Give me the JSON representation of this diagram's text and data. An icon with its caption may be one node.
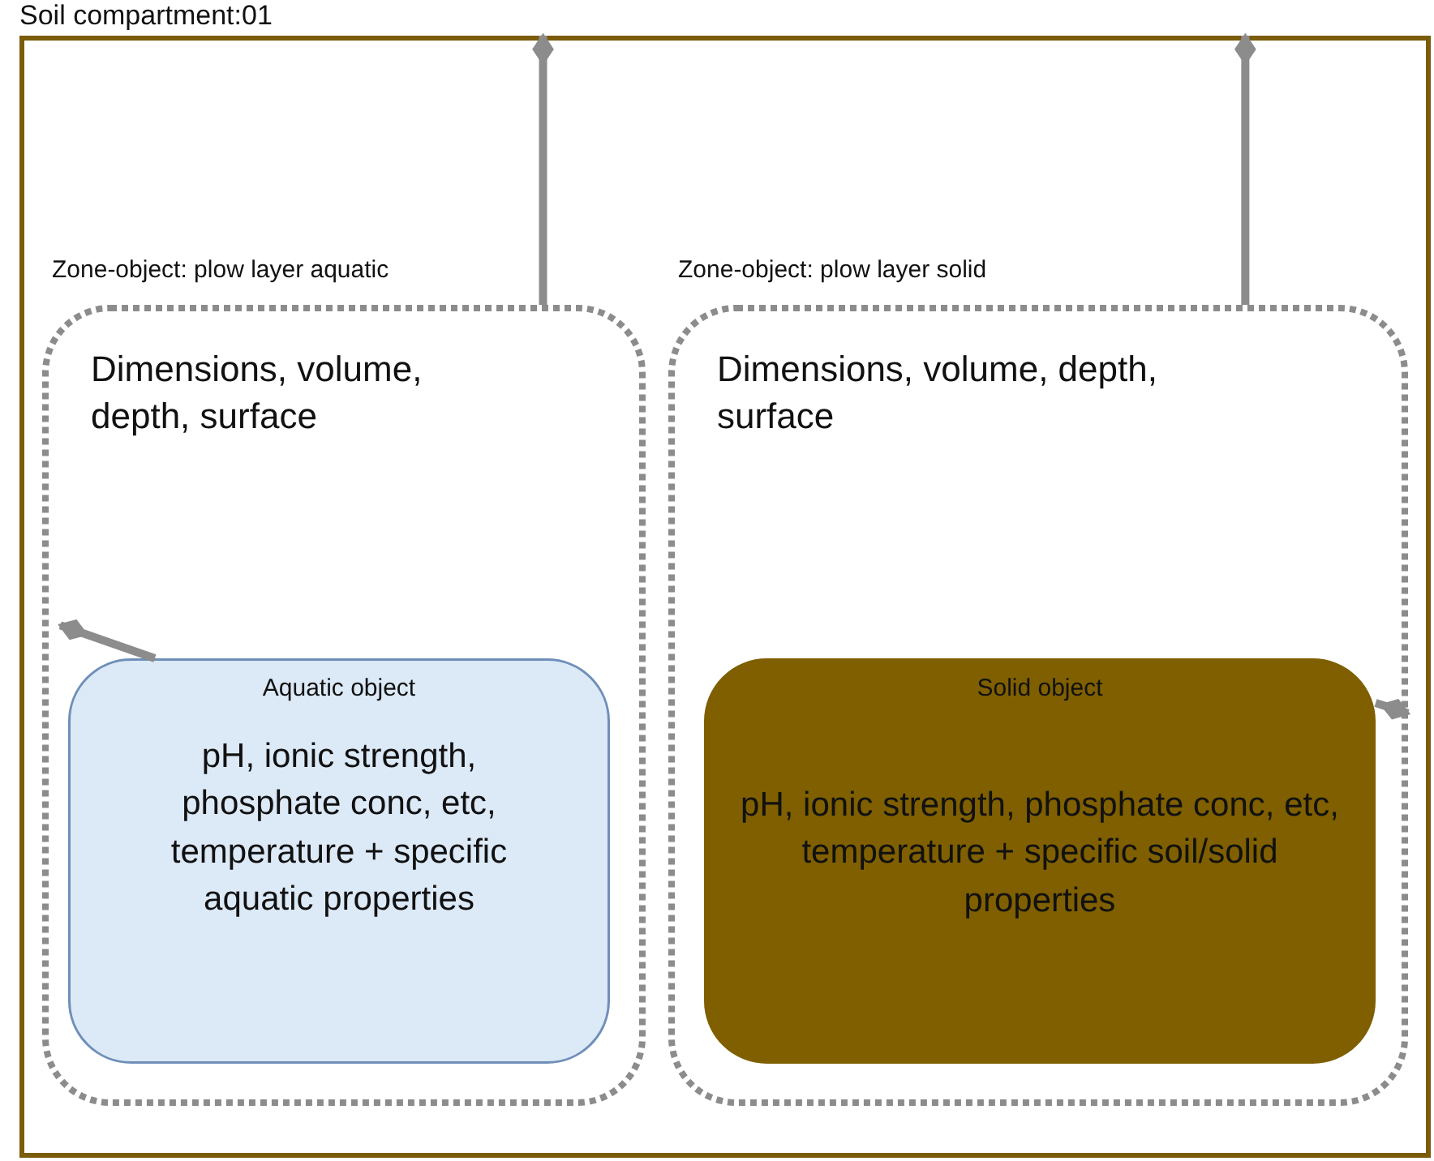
{
  "diagram": {
    "nodes": [
      {
        "text": [
          "Soil compartment:01"
        ]
      },
      {
        "text": [
          "Zone-object: plow layer aquatic",
          "Dimensions, volume, depth, surface"
        ],
        "in": 0
      },
      {
        "text": [
          "Zone-object: plow layer solid",
          "Dimensions, volume, depth, surface"
        ],
        "in": 0
      },
      {
        "text": [
          "Aquatic object",
          "pH, ionic strength, phosphate conc, etc, temperature + specific aquatic properties"
        ],
        "in": 1
      },
      {
        "text": [
          "Solid object",
          "pH, ionic strength, phosphate conc, etc, temperature + specific soil/solid properties"
        ],
        "in": 2
      }
    ],
    "edges": [
      {
        "from": 1,
        "to": 0,
        "arrow": "other"
      },
      {
        "from": 2,
        "to": 0,
        "arrow": "other"
      },
      {
        "from": 3,
        "to": 1,
        "arrow": "other"
      },
      {
        "from": 4,
        "to": 2,
        "arrow": "other"
      }
    ]
  }
}
